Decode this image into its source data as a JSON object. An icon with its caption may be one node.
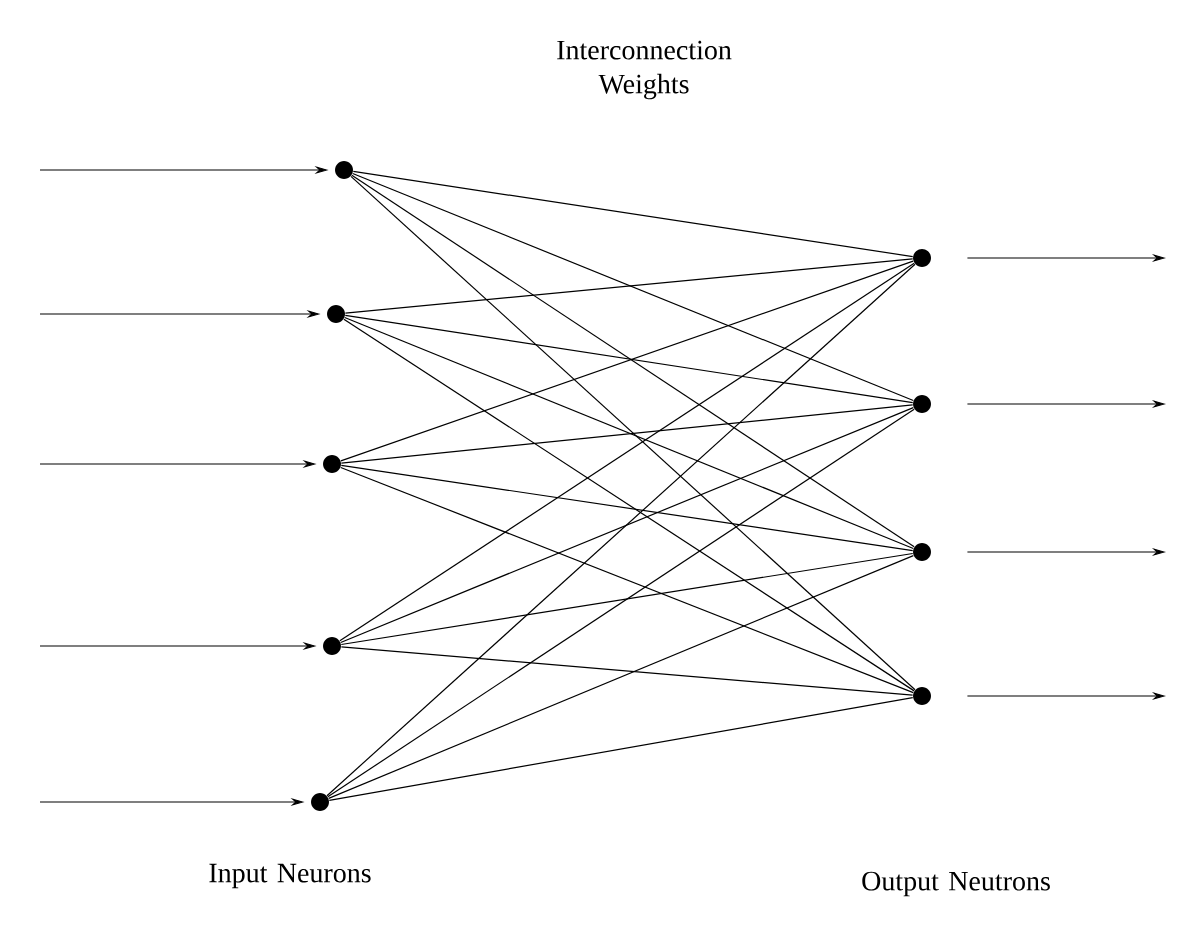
{
  "diagram": {
    "nodes": [
      {
        "text": [],
        "shape": "circle"
      },
      {
        "text": [],
        "shape": "circle"
      },
      {
        "text": [],
        "shape": "circle"
      },
      {
        "text": [],
        "shape": "circle"
      },
      {
        "text": [],
        "shape": "circle"
      },
      {
        "text": [],
        "shape": "circle"
      },
      {
        "text": [],
        "shape": "circle"
      },
      {
        "text": [],
        "shape": "circle"
      },
      {
        "text": [],
        "shape": "circle"
      }
    ],
    "edges": [
      {
        "from": null,
        "to": 0,
        "arrow": "to"
      },
      {
        "from": null,
        "to": 1,
        "arrow": "to"
      },
      {
        "from": null,
        "to": 2,
        "arrow": "to"
      },
      {
        "from": null,
        "to": 3,
        "arrow": "to"
      },
      {
        "from": null,
        "to": 4,
        "arrow": "to"
      },
      {
        "from": 0,
        "to": 5,
        "arrow": "none"
      },
      {
        "from": 0,
        "to": 6,
        "arrow": "none"
      },
      {
        "from": 0,
        "to": 7,
        "arrow": "none"
      },
      {
        "from": 0,
        "to": 8,
        "arrow": "none"
      },
      {
        "from": 1,
        "to": 5,
        "arrow": "none"
      },
      {
        "from": 1,
        "to": 6,
        "arrow": "none"
      },
      {
        "from": 1,
        "to": 7,
        "arrow": "none"
      },
      {
        "from": 1,
        "to": 8,
        "arrow": "none"
      },
      {
        "from": 2,
        "to": 5,
        "arrow": "none"
      },
      {
        "from": 2,
        "to": 6,
        "arrow": "none"
      },
      {
        "from": 2,
        "to": 7,
        "arrow": "none"
      },
      {
        "from": 2,
        "to": 8,
        "arrow": "none"
      },
      {
        "from": 3,
        "to": 5,
        "arrow": "none"
      },
      {
        "from": 3,
        "to": 6,
        "arrow": "none"
      },
      {
        "from": 3,
        "to": 7,
        "arrow": "none"
      },
      {
        "from": 3,
        "to": 8,
        "arrow": "none"
      },
      {
        "from": 4,
        "to": 5,
        "arrow": "none"
      },
      {
        "from": 4,
        "to": 6,
        "arrow": "none"
      },
      {
        "from": 4,
        "to": 7,
        "arrow": "none"
      },
      {
        "from": 4,
        "to": 8,
        "arrow": "none"
      },
      {
        "from": 5,
        "to": null,
        "arrow": "to"
      },
      {
        "from": 6,
        "to": null,
        "arrow": "to"
      },
      {
        "from": 7,
        "to": null,
        "arrow": "to"
      },
      {
        "from": 8,
        "to": null,
        "arrow": "to"
      }
    ],
    "labels": [
      "Interconnection Weights",
      "Input Neurons",
      "Output Neutrons"
    ]
  }
}
